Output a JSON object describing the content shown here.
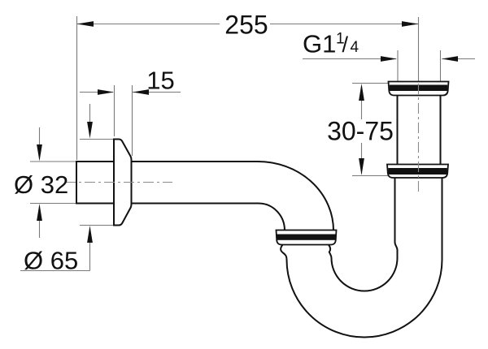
{
  "drawing": {
    "type": "technical-dimension-drawing",
    "subject": "p-trap-siphon",
    "background_color": "#ffffff",
    "outline_color": "#111111",
    "dimension_line_color": "#7a7a7a",
    "labels": {
      "overall_length": "255",
      "thread": {
        "base": "G1",
        "sup": "1",
        "slash": "/",
        "sub": "4"
      },
      "flange_depth": "15",
      "height_range": "30-75",
      "pipe_diameter": "Ø 32",
      "flange_diameter": "Ø 65"
    }
  }
}
